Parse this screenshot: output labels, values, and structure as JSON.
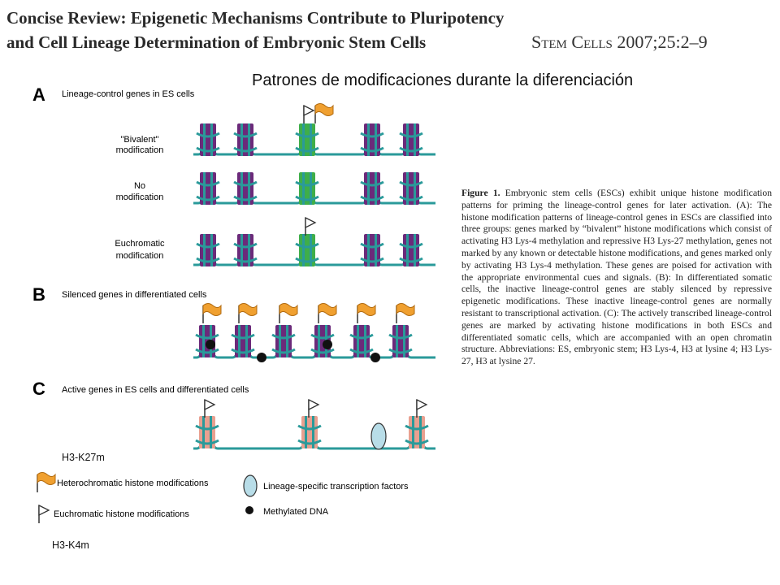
{
  "header": {
    "line1": "Concise Review: Epigenetic Mechanisms Contribute to Pluripotency",
    "line2": "and Cell Lineage Determination of Embryonic Stem Cells",
    "journal": "Stem Cells 2007;25:2–9"
  },
  "slide_title": "Patrones de modificaciones durante la diferenciación",
  "panels": {
    "a": {
      "letter": "A",
      "title": "Lineage-control genes in ES cells"
    },
    "b": {
      "letter": "B",
      "title": "Silenced genes in differentiated cells"
    },
    "c": {
      "letter": "C",
      "title": "Active genes in ES cells and differentiated cells"
    }
  },
  "rows": {
    "bivalent": {
      "line1": "\"Bivalent\"",
      "line2": "modification"
    },
    "none": {
      "line1": "No",
      "line2": "modification"
    },
    "euchromatic": {
      "line1": "Euchromatic",
      "line2": "modification"
    }
  },
  "legend": {
    "heterochromatic": "Heterochromatic histone modifications",
    "euchromatic": "Euchromatic histone modifications",
    "tf": "Lineage-specific transcription factors",
    "dna": "Methylated DNA"
  },
  "notes": {
    "k27": "H3-K27m",
    "k4": "H3-K4m"
  },
  "caption": {
    "label": "Figure 1.",
    "text": "Embryonic stem cells (ESCs) exhibit unique histone modification patterns for priming the lineage-control genes for later activation. (A): The histone modification patterns of lineage-control genes in ESCs are classified into three groups: genes marked by “bivalent” histone modifications which consist of activating H3 Lys-4 methylation and repressive H3 Lys-27 methylation, genes not marked by any known or detectable histone modifications, and genes marked only by activating H3 Lys-4 methylation. These genes are poised for activation with the appropriate environmental cues and signals. (B): In differentiated somatic cells, the inactive lineage-control genes are stably silenced by repressive epigenetic modifications. These inactive lineage-control genes are normally resistant to transcriptional activation. (C): The actively transcribed lineage-control genes are marked by activating histone modifications in both ESCs and differentiated somatic cells, which are accompanied with an open chromatin structure. Abbreviations: ES, embryonic stem; H3 Lys-4, H3 at lysine 4; H3 Lys-27, H3 at lysine 27."
  },
  "colors": {
    "dna": "#2a9a9a",
    "histone_purple": "#6b2a7a",
    "histone_green": "#3fae49",
    "histone_pink": "#e8a090",
    "flag_orange": "#f0a030",
    "tf_fill": "#b8dde8",
    "methyl": "#111111"
  }
}
